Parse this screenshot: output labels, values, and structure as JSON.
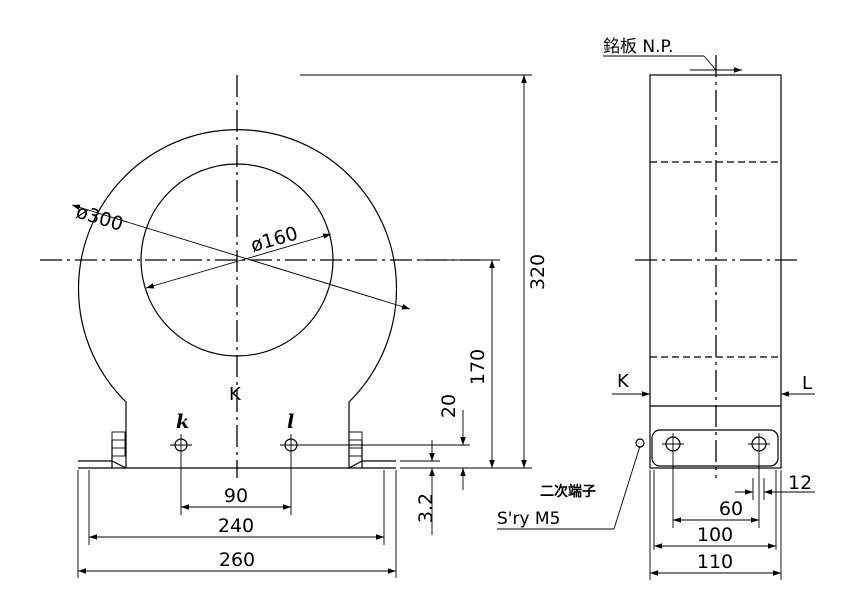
{
  "front_view": {
    "outer_diameter": "ø300",
    "inner_diameter": "ø160",
    "polarity_primary": "K",
    "terminal_k": "k",
    "terminal_l": "l",
    "dim_total_height": "320",
    "dim_center_height": "170",
    "dim_terminal_height": "20",
    "dim_base_thickness": "3.2",
    "dim_terminal_pitch": "90",
    "dim_mount_pitch": "240",
    "dim_base_width": "260"
  },
  "side_view": {
    "nameplate_label": "銘板 N.P.",
    "polarity_k": "K",
    "polarity_l": "L",
    "secondary_terminal_jp": "二次端子",
    "secondary_terminal_en": "S'ry M5",
    "dim_slot_width": "12",
    "dim_terminal_pitch": "60",
    "dim_slot_pitch": "100",
    "dim_total_width": "110"
  }
}
